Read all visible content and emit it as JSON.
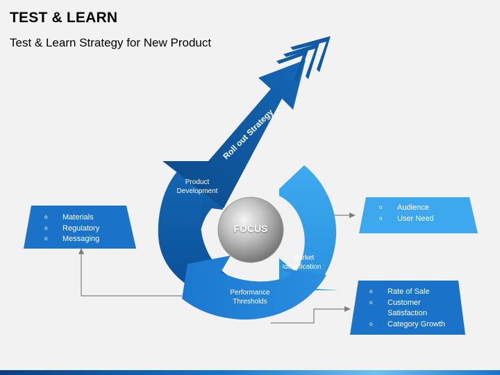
{
  "header": {
    "title": "TEST & LEARN",
    "subtitle": "Test & Learn Strategy for New Product"
  },
  "diagram": {
    "center_label": "FOCUS",
    "arrow_label": "Roll out Strategy",
    "segments": {
      "product_development": "Product\nDevelopment",
      "market_identification": "Market\nIdentification :",
      "performance_thresholds": "Performance\nThresholds"
    }
  },
  "boxes": {
    "left": [
      "Materials",
      "Regulatory",
      "Messaging"
    ],
    "right_top": [
      "Audience",
      "User Need"
    ],
    "right_bottom": [
      "Rate of Sale",
      "Customer\nSatisfaction",
      "Category Growth"
    ]
  },
  "colors": {
    "dark_blue": "#0b5496",
    "mid_blue": "#1a73c9",
    "light_blue": "#3ea8ee",
    "connector_gray": "#7f7f7f"
  }
}
